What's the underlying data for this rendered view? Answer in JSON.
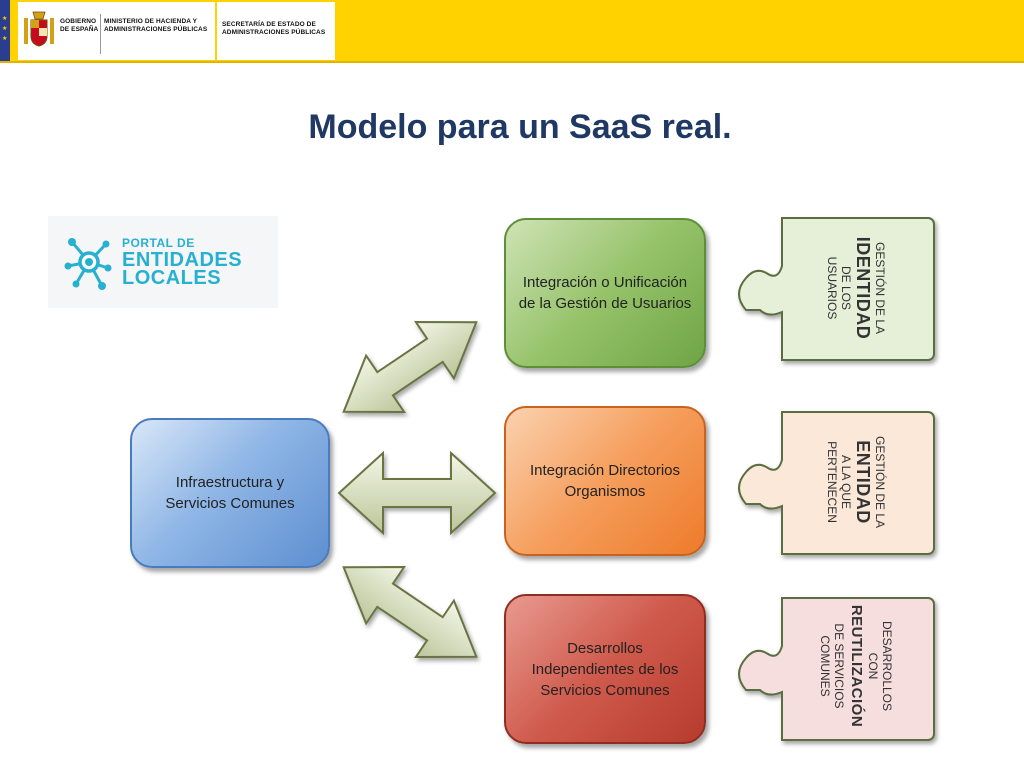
{
  "header": {
    "gobierno": "GOBIERNO DE ESPAÑA",
    "ministerio": "MINISTERIO DE HACIENDA Y ADMINISTRACIONES PÚBLICAS",
    "secretaria": "SECRETARÍA DE ESTADO DE ADMINISTRACIONES PÚBLICAS",
    "colors": {
      "bar": "#ffd200",
      "red": "#c60b1e",
      "blue": "#2a3d8f"
    }
  },
  "title": "Modelo para un SaaS real.",
  "logo": {
    "line1": "PORTAL DE",
    "line2": "ENTIDADES",
    "line3": "LOCALES",
    "color": "#27b0d1"
  },
  "boxes": {
    "infra": "Infraestructura y Servicios Comunes",
    "users": "Integración o Unificación de la Gestión de Usuarios",
    "dirs": "Integración Directorios Organismos",
    "dev": "Desarrollos Independientes de los Servicios Comunes"
  },
  "pieces": {
    "p1": {
      "l1": "GESTIÓN DE LA",
      "big": "IDENTIDAD",
      "l2": "DE LOS",
      "l3": "USUARIOS"
    },
    "p2": {
      "l1": "GESTIÓN DE LA",
      "big": "ENTIDAD",
      "l2": "A LA QUE",
      "l3": "PERTENECEN"
    },
    "p3": {
      "l1": "DESARROLLOS",
      "l0": "CON",
      "big": "REUTILIZACIÓN",
      "l2": "DE SERVICIOS",
      "l3": "COMUNES"
    }
  }
}
